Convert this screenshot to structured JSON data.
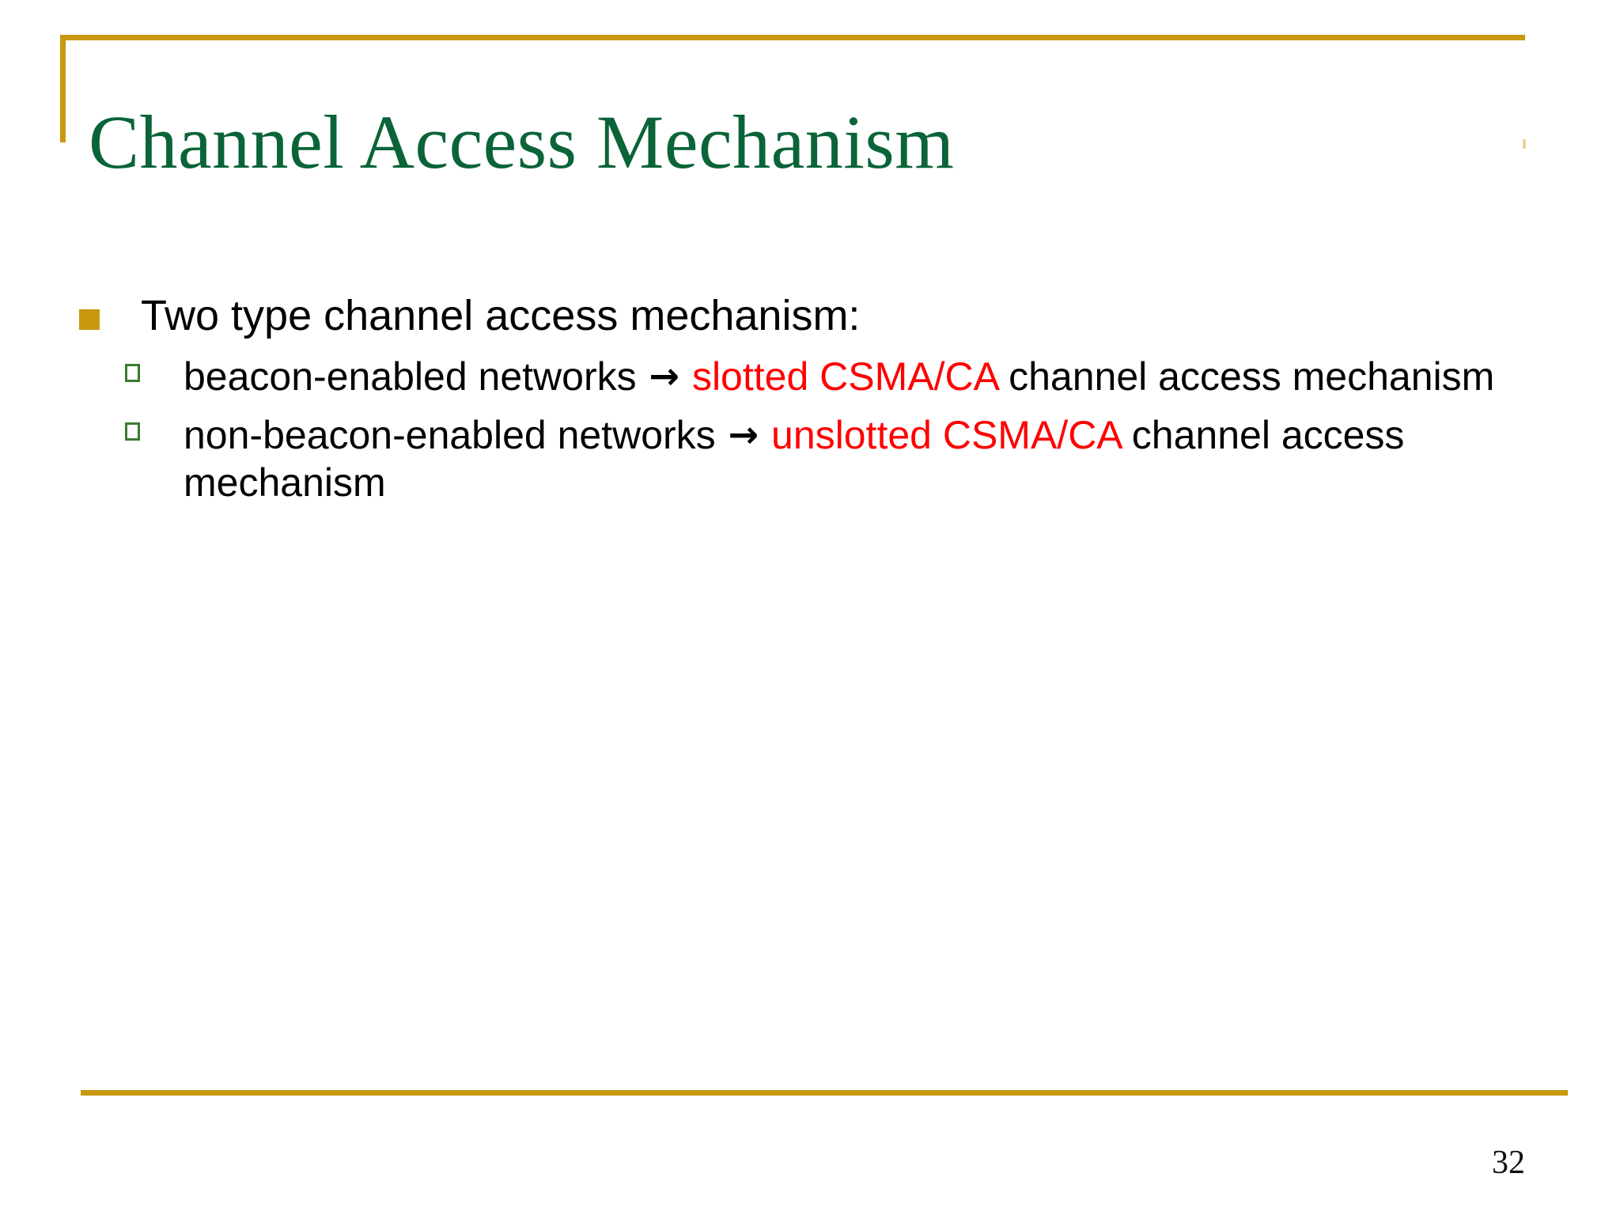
{
  "slide": {
    "title": "Channel Access Mechanism",
    "page_number": "32",
    "colors": {
      "title_green": "#0A6438",
      "rule_gold": "#C8980E",
      "bullet_gold": "#C8980E",
      "sub_bullet_green": "#3C7A2E",
      "highlight_red": "#FF0000",
      "body_black": "#000000",
      "background": "#FFFFFF"
    }
  },
  "content": {
    "level1": {
      "text": "Two type channel access mechanism:",
      "marker": "filled-square-bullet"
    },
    "level2": [
      {
        "marker": "hollow-square-bullet",
        "segments": [
          {
            "text": "beacon-enabled networks ",
            "color": "black"
          },
          {
            "text": "→",
            "color": "black",
            "role": "arrow"
          },
          {
            "text": " slotted CSMA/CA",
            "color": "red"
          },
          {
            "text": " channel access mechanism",
            "color": "black"
          }
        ],
        "plain": "beacon-enabled networks → slotted CSMA/CA channel access mechanism"
      },
      {
        "marker": "hollow-square-bullet",
        "segments": [
          {
            "text": "non-beacon-enabled networks ",
            "color": "black"
          },
          {
            "text": "→",
            "color": "black",
            "role": "arrow"
          },
          {
            "text": " unslotted CSMA/CA",
            "color": "red"
          },
          {
            "text": " channel access mechanism",
            "color": "black"
          }
        ],
        "plain": "non-beacon-enabled networks → unslotted CSMA/CA channel access mechanism"
      }
    ],
    "parts": {
      "l2a_pre": "beacon-enabled networks ",
      "l2a_arrow": "→",
      "l2a_red": " slotted CSMA/CA",
      "l2a_post": " channel access mechanism",
      "l2b_pre": "non-beacon-enabled networks ",
      "l2b_arrow": "→",
      "l2b_red": " unslotted CSMA/CA",
      "l2b_post": " channel access mechanism"
    }
  }
}
